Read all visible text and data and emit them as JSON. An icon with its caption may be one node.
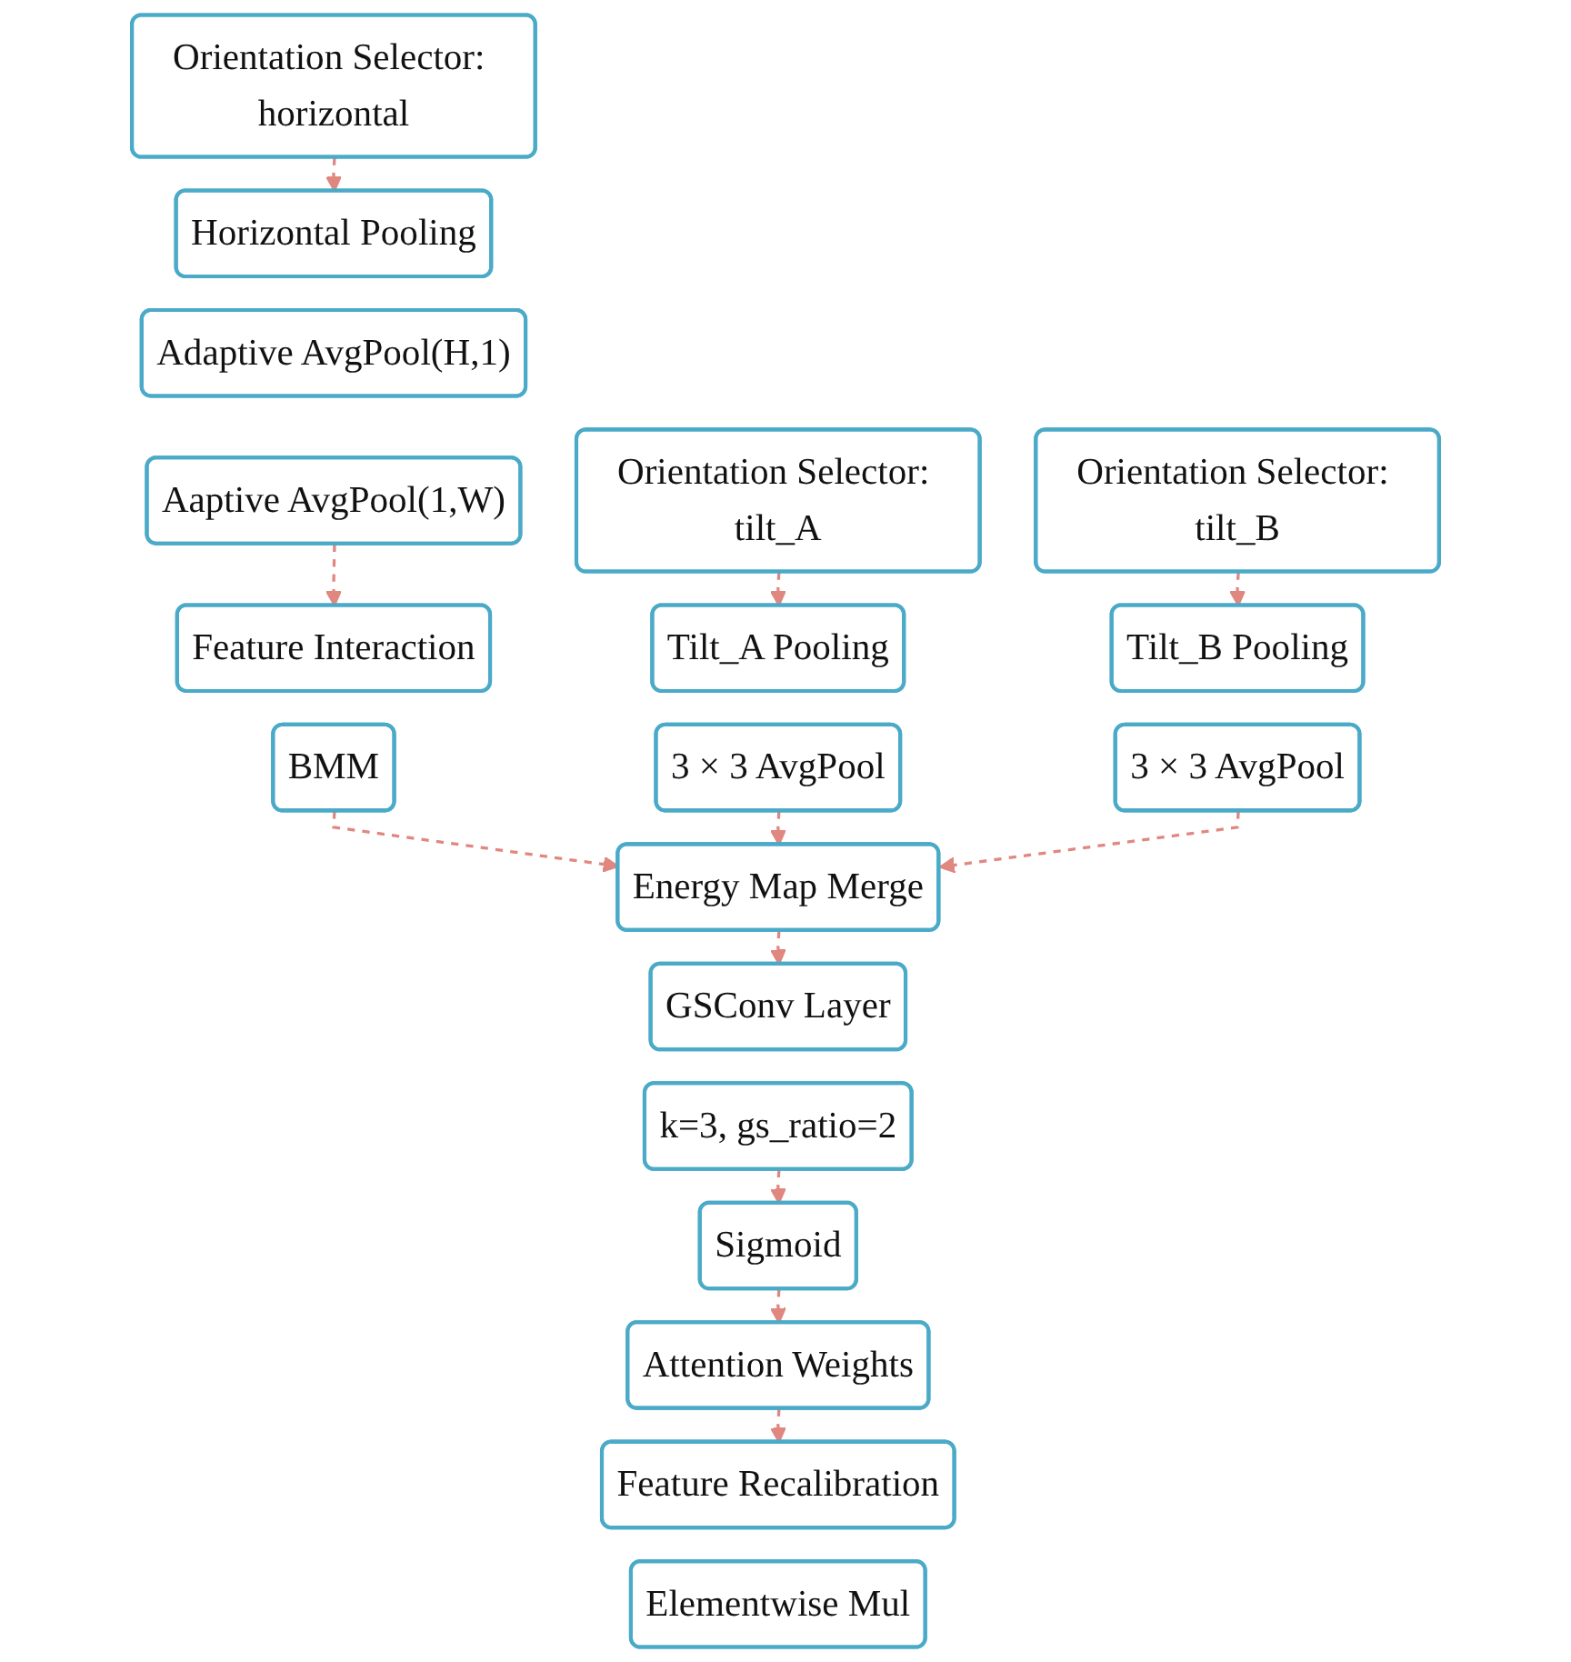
{
  "diagram": {
    "nodes": [
      {
        "text": [
          "Orientation Selector: horizontal"
        ]
      },
      {
        "text": [
          "Orientation Selector: tilt_A"
        ]
      },
      {
        "text": [
          "Orientation Selector: tilt_B"
        ]
      },
      {
        "text": [
          "Horizontal Pooling"
        ]
      },
      {
        "text": [
          "Adaptive AvgPool(H,1)"
        ]
      },
      {
        "text": [
          "Aaptive AvgPool(1,W)"
        ]
      },
      {
        "text": [
          "Tilt_A Pooling"
        ]
      },
      {
        "text": [
          "3 × 3 AvgPool"
        ]
      },
      {
        "text": [
          "Tilt_B Pooling"
        ]
      },
      {
        "text": [
          "3 × 3 AvgPool"
        ]
      },
      {
        "text": [
          "Feature Interaction"
        ]
      },
      {
        "text": [
          "BMM"
        ]
      },
      {
        "text": [
          "Energy Map Merge"
        ]
      },
      {
        "text": [
          "GSConv Layer"
        ]
      },
      {
        "text": [
          "k=3, gs_ratio=2"
        ]
      },
      {
        "text": [
          "Sigmoid"
        ]
      },
      {
        "text": [
          "Attention Weights"
        ]
      },
      {
        "text": [
          "Feature Recalibration"
        ]
      },
      {
        "text": [
          "Elementwise Mul"
        ]
      }
    ],
    "edges": [
      {
        "from": 0,
        "to": 3,
        "arrow": "to",
        "style": "dashed"
      },
      {
        "from": 1,
        "to": 6,
        "arrow": "to",
        "style": "dashed"
      },
      {
        "from": 2,
        "to": 8,
        "arrow": "to",
        "style": "dashed"
      },
      {
        "from": 5,
        "to": 10,
        "arrow": "to",
        "style": "dashed"
      },
      {
        "from": 11,
        "to": 12,
        "arrow": "to",
        "style": "dashed"
      },
      {
        "from": 7,
        "to": 12,
        "arrow": "to",
        "style": "dashed"
      },
      {
        "from": 9,
        "to": 12,
        "arrow": "to",
        "style": "dashed"
      },
      {
        "from": 12,
        "to": 13,
        "arrow": "to",
        "style": "dashed"
      },
      {
        "from": 14,
        "to": 15,
        "arrow": "to",
        "style": "dashed"
      },
      {
        "from": 15,
        "to": 16,
        "arrow": "to",
        "style": "dashed"
      },
      {
        "from": 16,
        "to": 17,
        "arrow": "to",
        "style": "dashed"
      }
    ]
  }
}
